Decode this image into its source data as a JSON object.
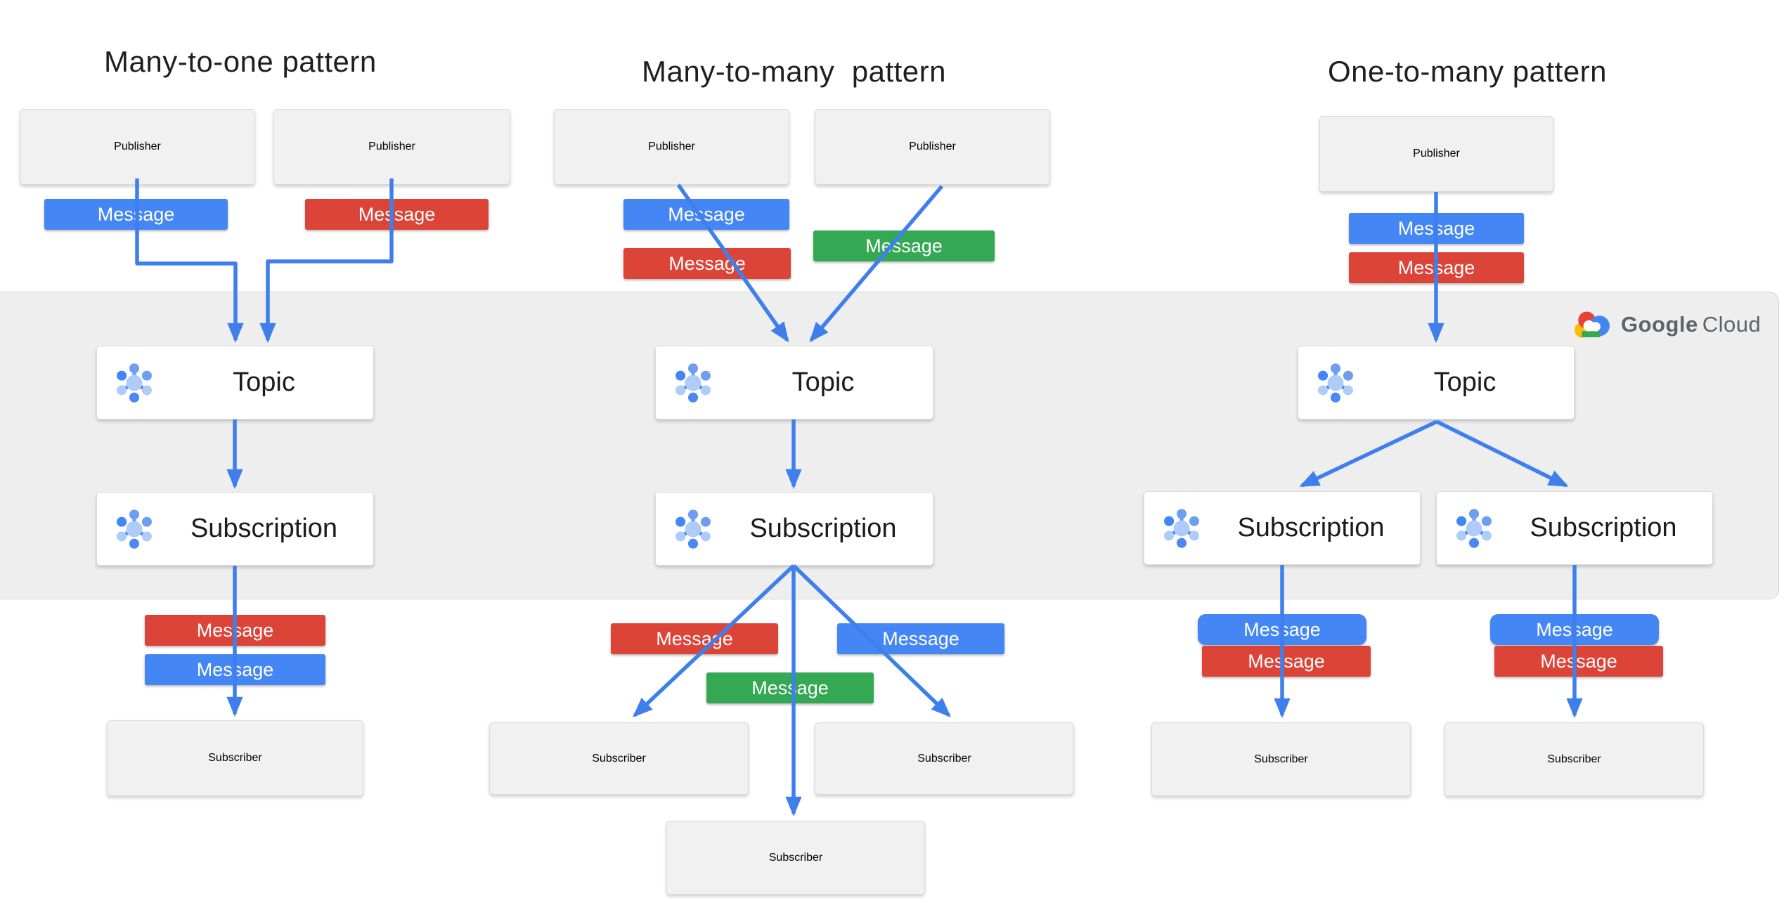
{
  "titles": {
    "left": "Many-to-one pattern",
    "middle": "Many-to-many  pattern",
    "right": "One-to-many pattern"
  },
  "labels": {
    "publisher": "Publisher",
    "topic": "Topic",
    "subscription": "Subscription",
    "subscriber": "Subscriber",
    "message": "Message"
  },
  "logo": {
    "google": "Google",
    "cloud": "Cloud"
  },
  "colors": {
    "message_blue": "#4486F4",
    "message_red": "#DB4437",
    "message_green": "#34A853",
    "arrow_blue": "#3F7FEC",
    "band_background": "#EEEEEE",
    "gray_box_background": "#F1F1F1",
    "white_box_background": "#FFFFFF",
    "title_text": "#1F1F1F",
    "google_cloud_text": "#5F6368",
    "logo_red": "#EA4335",
    "logo_blue": "#4285F4",
    "logo_yellow": "#FBBC05",
    "logo_green": "#34A853",
    "icon_dark_blue": "#4285F4",
    "icon_medium_blue": "#6D9EEF",
    "icon_light_blue": "#AECBFA"
  },
  "icons": {
    "node_icon": "pubsub-icon",
    "brand_icon": "google-cloud-logo"
  },
  "patterns": [
    {
      "name": "Many-to-one pattern",
      "publishers": 2,
      "publisher_messages": [
        "blue",
        "red"
      ],
      "topics": 1,
      "subscriptions": 1,
      "subscriber_messages": [
        "red",
        "blue"
      ],
      "subscribers": 1
    },
    {
      "name": "Many-to-many  pattern",
      "publishers": 2,
      "publisher_messages": [
        "blue",
        "red",
        "green"
      ],
      "topics": 1,
      "subscriptions": 1,
      "subscriber_messages": [
        "red",
        "blue",
        "green"
      ],
      "subscribers": 3
    },
    {
      "name": "One-to-many pattern",
      "publishers": 1,
      "publisher_messages": [
        "blue",
        "red"
      ],
      "topics": 1,
      "subscriptions": 2,
      "subscriber_messages": [
        "blue",
        "red",
        "blue",
        "red"
      ],
      "subscribers": 2
    }
  ]
}
